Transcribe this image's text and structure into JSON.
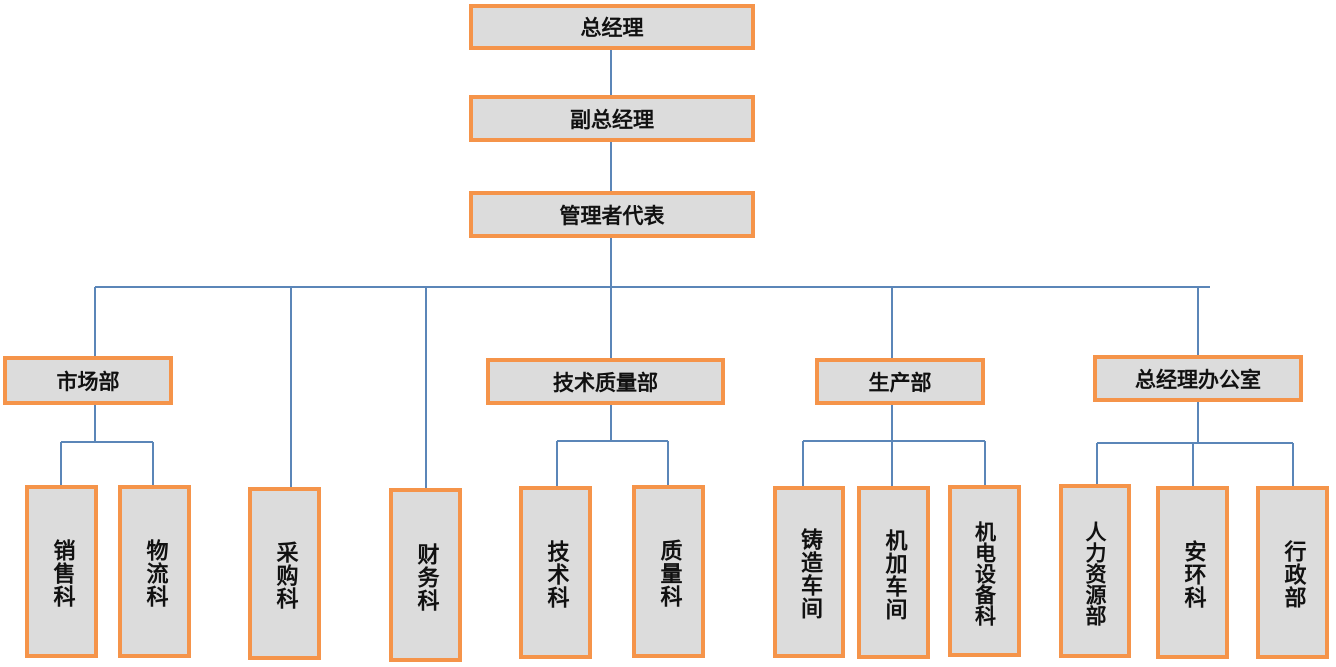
{
  "colors": {
    "box_fill": "#dcdcdc",
    "box_border": "#f5944a",
    "connector": "#5b86b8",
    "text": "#111111"
  },
  "org_chart": {
    "general_manager": "总经理",
    "deputy_general_manager": "副总经理",
    "management_representative": "管理者代表",
    "departments": {
      "marketing": "市场部",
      "tech_quality": "技术质量部",
      "production": "生产部",
      "gm_office": "总经理办公室"
    },
    "sections": {
      "sales": "销售科",
      "logistics": "物流科",
      "purchasing": "采购科",
      "finance": "财务科",
      "technical": "技术科",
      "quality": "质量科",
      "casting": "铸造车间",
      "machining": "机加车间",
      "electromech": "机电设备科",
      "hr": "人力资源部",
      "safety": "安环科",
      "admin": "行政部"
    }
  }
}
